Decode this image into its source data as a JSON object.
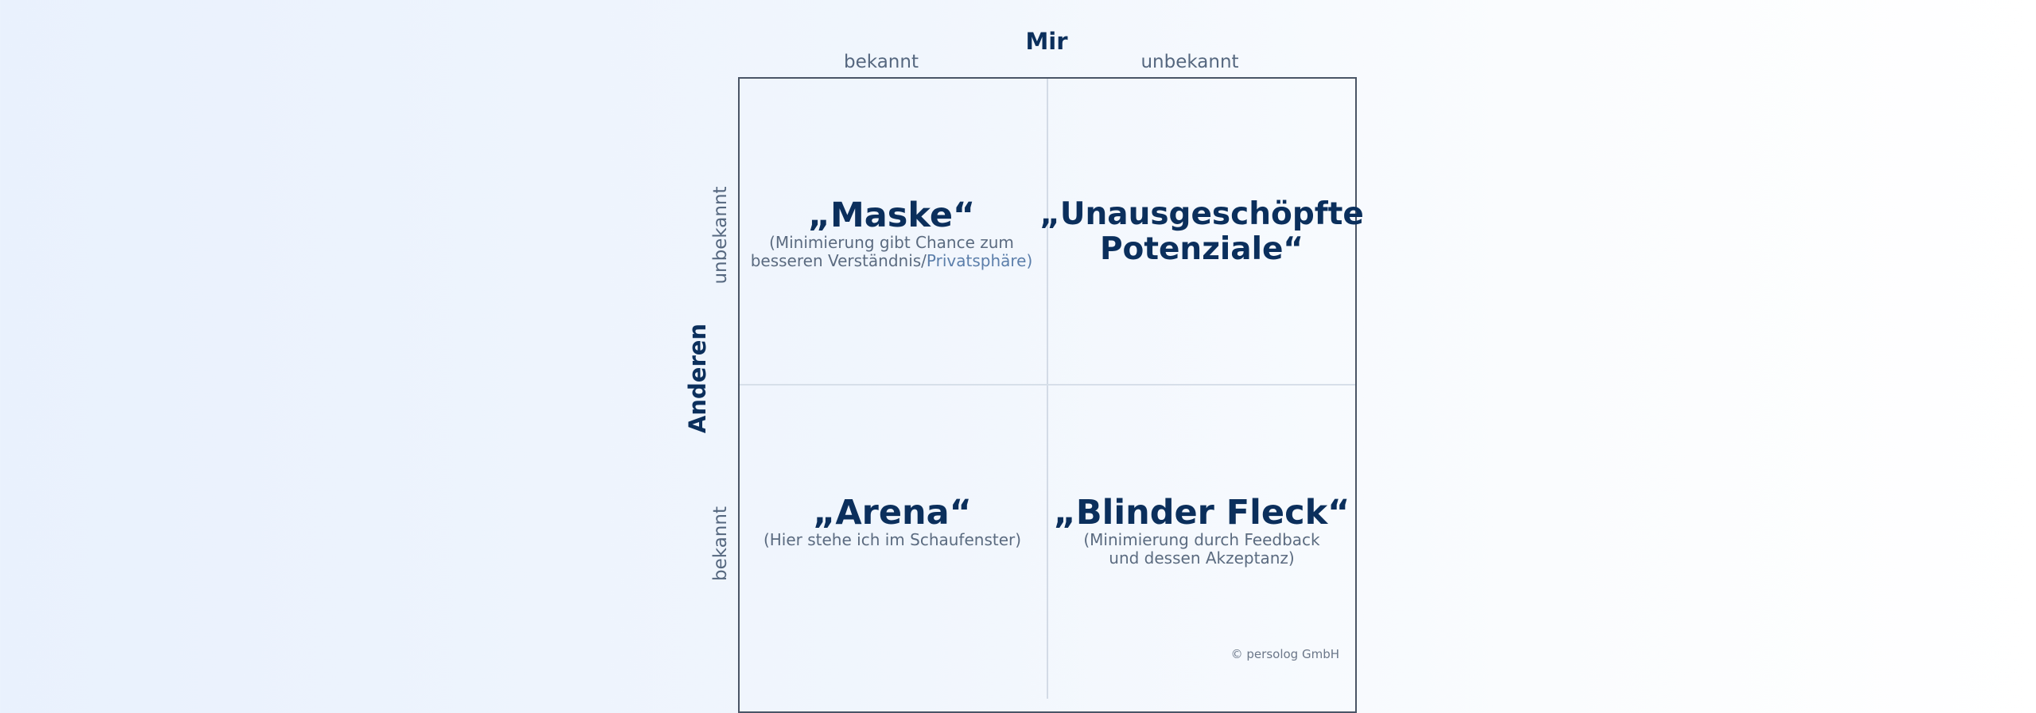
{
  "axes": {
    "top_title": "Mir",
    "top_left_label": "bekannt",
    "top_right_label": "unbekannt",
    "side_title": "Anderen",
    "side_top_label": "unbekannt",
    "side_bottom_label": "bekannt"
  },
  "quadrants": {
    "top_left": {
      "title": "„Maske“",
      "sub_line1": "(Minimierung gibt Chance zum",
      "sub_line2_a": "besseren Verständnis/",
      "sub_line2_b": "Privatsphäre)"
    },
    "top_right": {
      "title_line1": "„Unausgeschöpfte",
      "title_line2": "Potenziale“"
    },
    "bottom_left": {
      "title": "„Arena“",
      "sub_line1": "(Hier stehe ich im Schaufenster)"
    },
    "bottom_right": {
      "title": "„Blinder Fleck“",
      "sub_line1": "(Minimierung durch Feedback",
      "sub_line2": "und dessen Akzeptanz)"
    }
  },
  "footer": {
    "copyright": "© persolog GmbH"
  },
  "colors": {
    "title": "#0b2f5c",
    "label": "#55677f",
    "frame": "#4a5566",
    "divider": "#d3dbe6"
  }
}
